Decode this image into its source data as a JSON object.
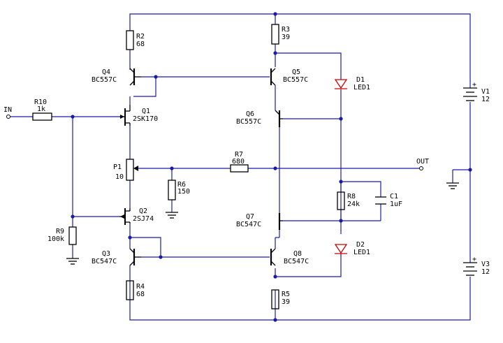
{
  "labels": {
    "in": "IN",
    "out": "OUT",
    "r10": {
      "ref": "R10",
      "val": "1k"
    },
    "r2": {
      "ref": "R2",
      "val": "68"
    },
    "r3": {
      "ref": "R3",
      "val": "39"
    },
    "r4": {
      "ref": "R4",
      "val": "68"
    },
    "r5": {
      "ref": "R5",
      "val": "39"
    },
    "r6": {
      "ref": "R6",
      "val": "150"
    },
    "r7": {
      "ref": "R7",
      "val": "680"
    },
    "r8": {
      "ref": "R8",
      "val": "24k"
    },
    "r9": {
      "ref": "R9",
      "val": "100k"
    },
    "p1": {
      "ref": "P1",
      "val": "10"
    },
    "q1": {
      "ref": "Q1",
      "val": "2SK170"
    },
    "q2": {
      "ref": "Q2",
      "val": "2SJ74"
    },
    "q3": {
      "ref": "Q3",
      "val": "BC547C"
    },
    "q4": {
      "ref": "Q4",
      "val": "BC557C"
    },
    "q5": {
      "ref": "Q5",
      "val": "BC557C"
    },
    "q6": {
      "ref": "Q6",
      "val": "BC557C"
    },
    "q7": {
      "ref": "Q7",
      "val": "BC547C"
    },
    "q8": {
      "ref": "Q8",
      "val": "BC547C"
    },
    "d1": {
      "ref": "D1",
      "val": "LED1"
    },
    "d2": {
      "ref": "D2",
      "val": "LED1"
    },
    "c1": {
      "ref": "C1",
      "val": "1uF"
    },
    "v1": {
      "ref": "V1",
      "val": "12"
    },
    "v3": {
      "ref": "V3",
      "val": "12"
    }
  },
  "colors": {
    "wire": "#1a1aaa",
    "led": "#cc0000",
    "component": "#000000"
  }
}
